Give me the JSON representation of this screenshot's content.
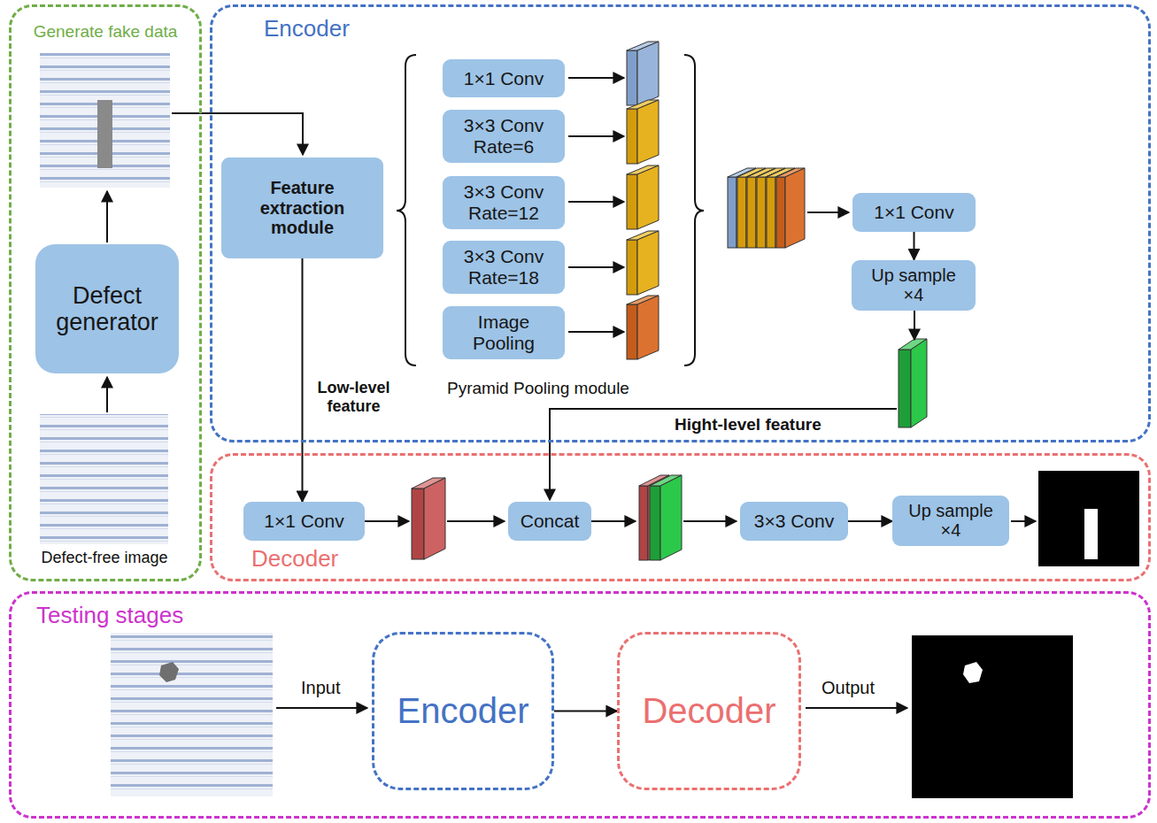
{
  "diagram": {
    "nodes": [
      {
        "text": [
          "Generate fake data"
        ]
      },
      {
        "text": [
          "Defect generator"
        ],
        "in": 0
      },
      {
        "text": [
          "Encoder"
        ]
      },
      {
        "text": [
          "Feature extraction module"
        ],
        "in": 2
      },
      {
        "text": [
          "1×1 Conv"
        ],
        "in": 2
      },
      {
        "text": [
          "3×3 Conv Rate=6"
        ],
        "in": 2
      },
      {
        "text": [
          "3×3 Conv Rate=12"
        ],
        "in": 2
      },
      {
        "text": [
          "3×3 Conv Rate=18"
        ],
        "in": 2
      },
      {
        "text": [
          "Image Pooling"
        ],
        "in": 2
      },
      {
        "text": [
          "1×1 Conv"
        ],
        "in": 2
      },
      {
        "text": [
          "Up sample ×4"
        ],
        "in": 2
      },
      {
        "text": [
          "Decoder"
        ]
      },
      {
        "text": [
          "1×1 Conv"
        ],
        "in": 11
      },
      {
        "text": [
          "Concat"
        ],
        "in": 11
      },
      {
        "text": [
          "3×3 Conv"
        ],
        "in": 11
      },
      {
        "text": [
          "Up sample ×4"
        ],
        "in": 11
      },
      {
        "text": [
          "Testing stages"
        ]
      },
      {
        "text": [
          "Encoder"
        ],
        "in": 16
      },
      {
        "text": [
          "Decoder"
        ],
        "in": 16
      }
    ],
    "edges": [
      {
        "from": 3,
        "to": 12,
        "label": "Low-level feature",
        "arrow": "to"
      },
      {
        "from": 9,
        "to": 10,
        "arrow": "to"
      },
      {
        "from": 14,
        "to": 15,
        "arrow": "to"
      },
      {
        "from": 17,
        "to": 18,
        "arrow": "to"
      }
    ],
    "labels": [
      "Pyramid Pooling module",
      "Hight-level feature",
      "Defect-free image",
      "Input",
      "Output"
    ]
  }
}
